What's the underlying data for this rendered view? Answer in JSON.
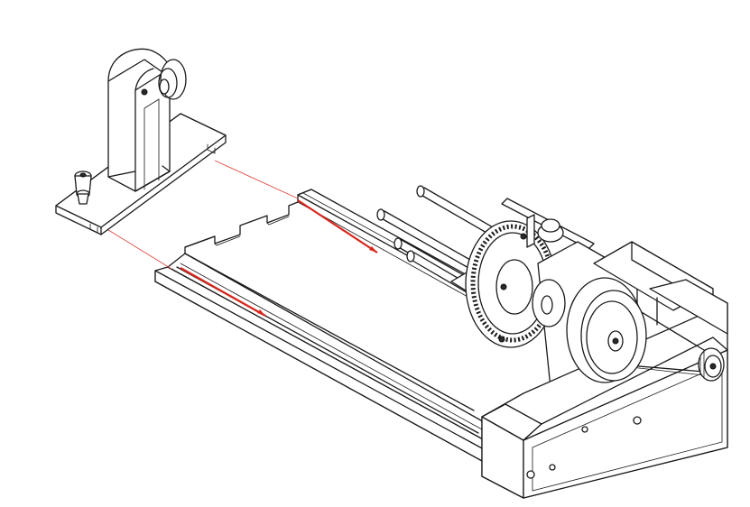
{
  "diagram": {
    "parts": [
      "tailstock-support",
      "rail-base",
      "chuck-headstock",
      "drive-housing",
      "timing-belt",
      "motor-pulley"
    ],
    "guide_line_color": "#e0463f",
    "rail_highlight_color": "#d9261c",
    "line_color": "#1a1a1a",
    "background": "#ffffff"
  }
}
